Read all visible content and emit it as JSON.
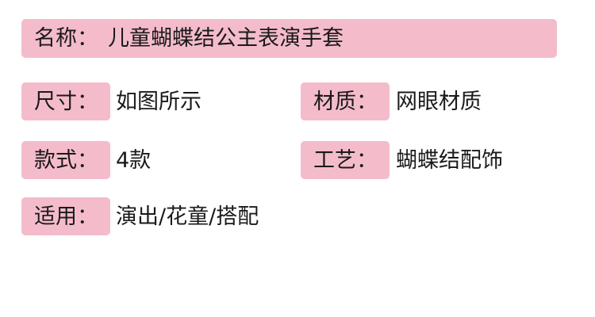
{
  "title": {
    "label": "名称：",
    "value": "儿童蝴蝶结公主表演手套"
  },
  "specs": {
    "size": {
      "label": "尺寸：",
      "value": "如图所示"
    },
    "material": {
      "label": "材质：",
      "value": "网眼材质"
    },
    "style": {
      "label": "款式：",
      "value": "4款"
    },
    "craft": {
      "label": "工艺：",
      "value": "蝴蝶结配饰"
    },
    "usage": {
      "label": "适用：",
      "value": "演出/花童/搭配"
    }
  },
  "colors": {
    "tag_background": "#f4bccb",
    "text": "#1a1a1a"
  }
}
